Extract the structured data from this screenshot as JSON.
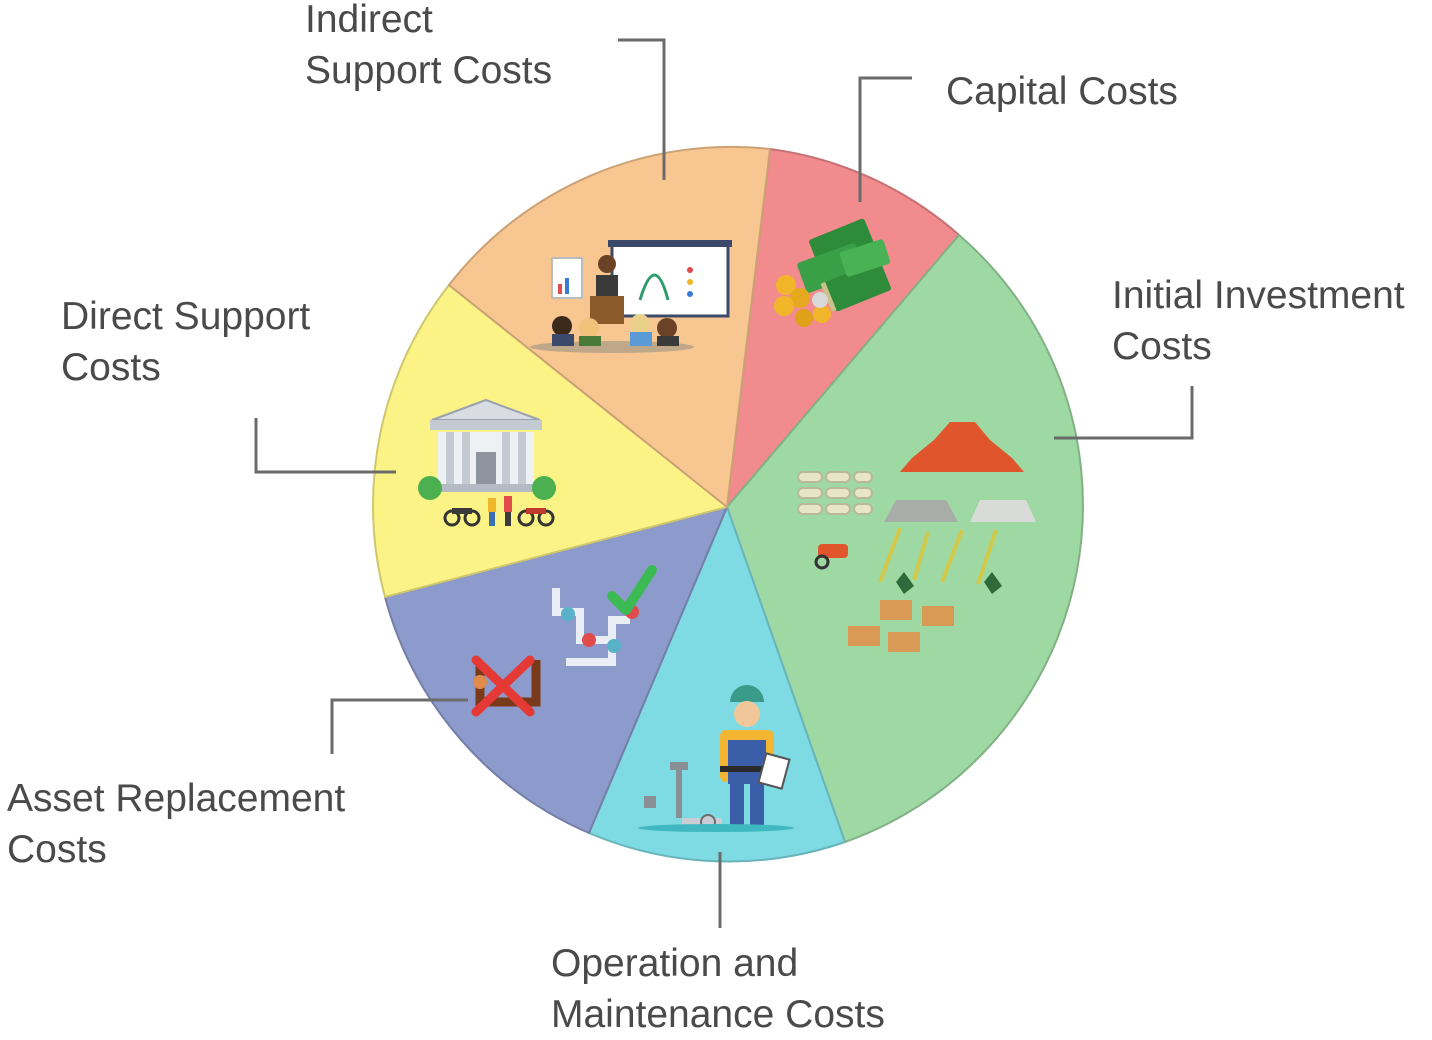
{
  "diagram": {
    "segments": [
      {
        "id": "capital",
        "lines": [
          "Capital Costs"
        ],
        "color": "#f28b8e",
        "icon": "money-stack-icon"
      },
      {
        "id": "initial-investment",
        "lines": [
          "Initial Investment",
          "Costs"
        ],
        "color": "#9ed8a2",
        "icon": "construction-materials-icon"
      },
      {
        "id": "operation-maintenance",
        "lines": [
          "Operation and",
          "Maintenance Costs"
        ],
        "color": "#7fdbe3",
        "icon": "plumber-worker-icon"
      },
      {
        "id": "asset-replacement",
        "lines": [
          "Asset Replacement",
          "Costs"
        ],
        "color": "#8c9bcb",
        "icon": "pipe-replacement-icon"
      },
      {
        "id": "direct-support",
        "lines": [
          "Direct Support",
          "Costs"
        ],
        "color": "#fbf386",
        "icon": "government-building-icon"
      },
      {
        "id": "indirect-support",
        "lines": [
          "Indirect",
          "Support Costs"
        ],
        "color": "#f8c690",
        "icon": "training-presentation-icon"
      }
    ],
    "leader_line_color": "#6b6b6b"
  }
}
